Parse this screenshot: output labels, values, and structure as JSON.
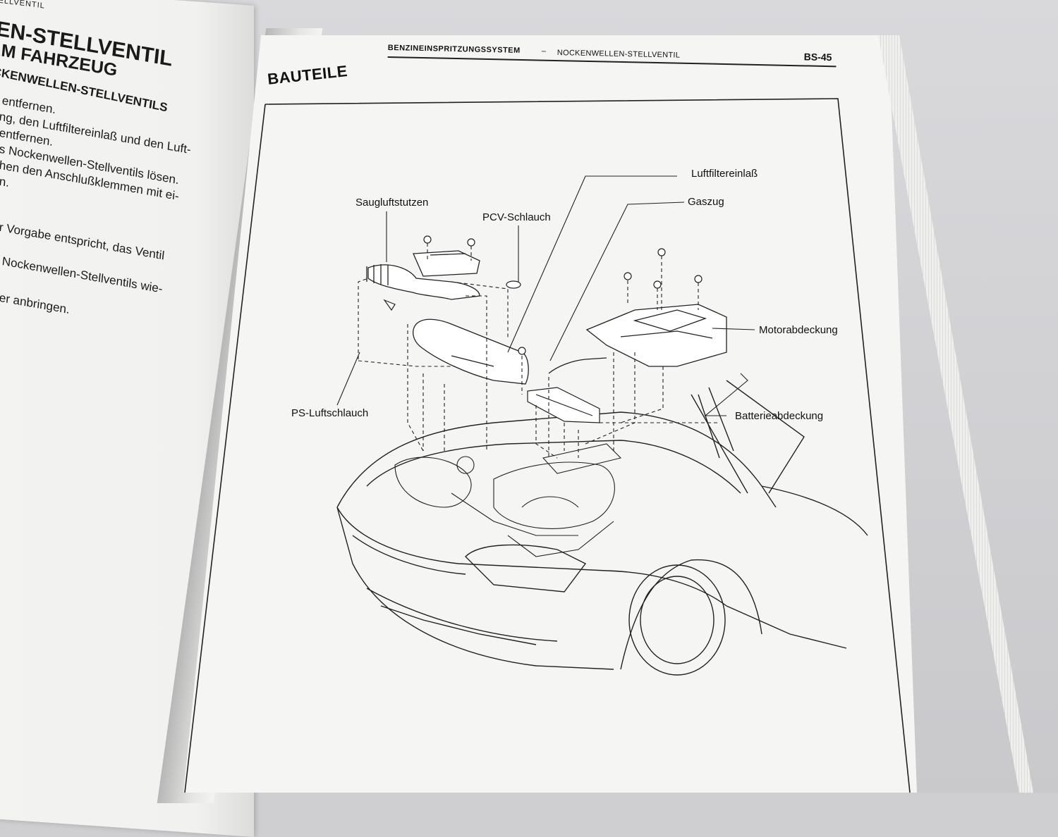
{
  "left_page": {
    "running_header": "EN-STELLVENTIL",
    "heading_line1": "LLEN-STELLVENTIL",
    "heading_line2": "G AM FAHRZEUG",
    "heading_line3": "NOCKENWELLEN-STELLVENTILS",
    "body_lines": [
      "entfernen.",
      "ng, den Luftfiltereinlaß und den Luft-",
      "entfernen.",
      "s Nockenwellen-Stellventils lösen.",
      "hen den Anschlußklemmen mit ei-",
      "n.",
      "r Vorgabe entspricht, das Ventil",
      "Nockenwellen-Stellventils wie-",
      "er anbringen."
    ]
  },
  "right_page": {
    "header_system": "BENZINEINSPRITZUNGSSYSTEM",
    "header_dash": "–",
    "header_subsection": "NOCKENWELLEN-STELLVENTIL",
    "page_number": "BS-45",
    "section_title": "BAUTEILE"
  },
  "diagram_labels": {
    "luftfiltereinlass": "Luftfiltereinlaß",
    "gaszug": "Gaszug",
    "saugluftstutzen": "Saugluftstutzen",
    "pcv_schlauch": "PCV-Schlauch",
    "motorabdeckung": "Motorabdeckung",
    "ps_luftschlauch": "PS-Luftschlauch",
    "batterieabdeckung": "Batterieabdeckung"
  }
}
